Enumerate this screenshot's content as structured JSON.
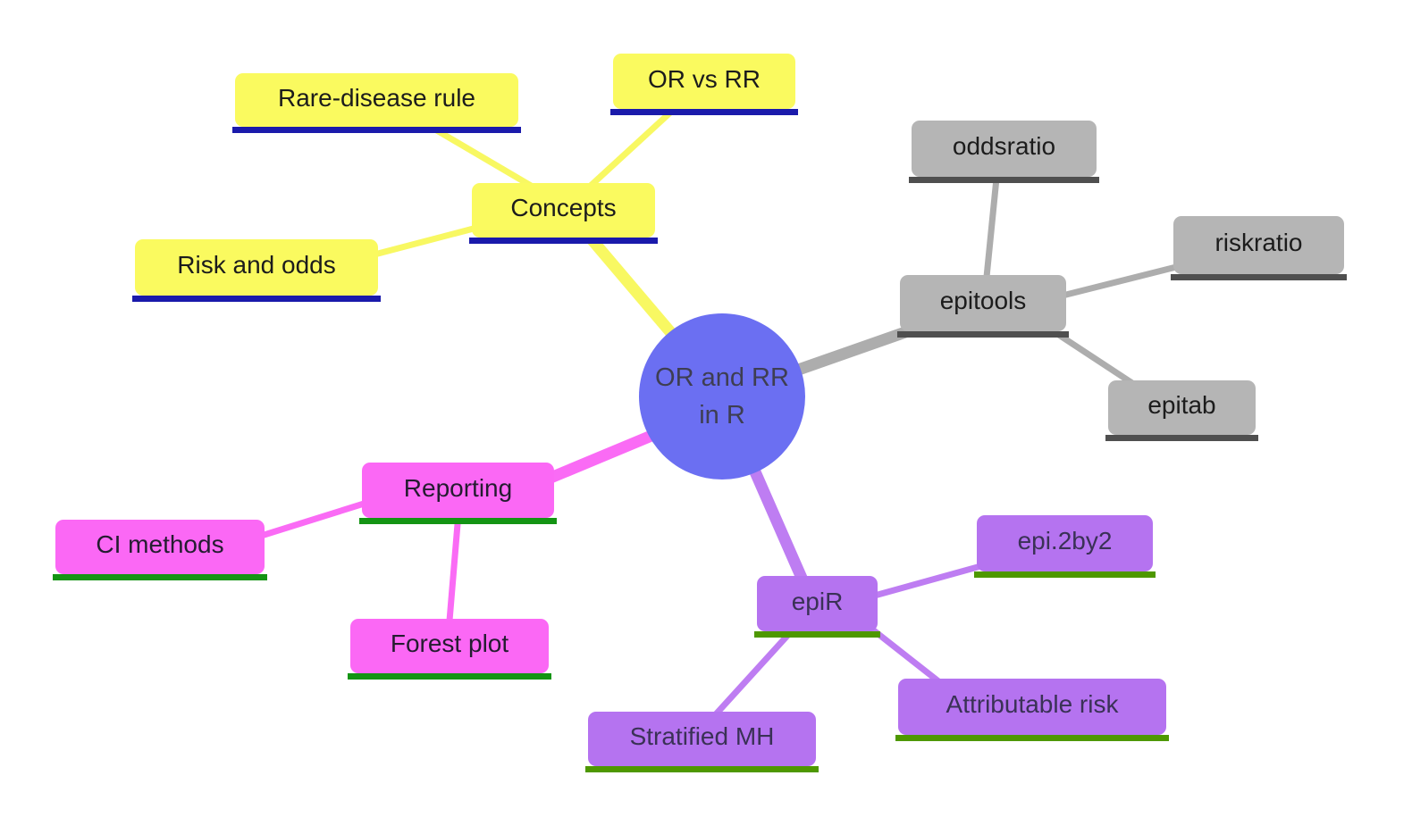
{
  "page": {
    "background": "#FFFFFF"
  },
  "center": {
    "line1": "OR and RR",
    "line2": "in R",
    "fill": "#6B6FF2",
    "text_color": "#3E3E52"
  },
  "nodes": {
    "concepts": {
      "label": "Concepts",
      "branch": "concepts"
    },
    "rare": {
      "label": "Rare-disease rule",
      "branch": "concepts"
    },
    "orvsrr": {
      "label": "OR vs RR",
      "branch": "concepts"
    },
    "riskodds": {
      "label": "Risk and odds",
      "branch": "concepts"
    },
    "epitools": {
      "label": "epitools",
      "branch": "epitools"
    },
    "oddsratio": {
      "label": "oddsratio",
      "branch": "epitools"
    },
    "riskratio": {
      "label": "riskratio",
      "branch": "epitools"
    },
    "epitab": {
      "label": "epitab",
      "branch": "epitools"
    },
    "reporting": {
      "label": "Reporting",
      "branch": "reporting"
    },
    "cimethods": {
      "label": "CI methods",
      "branch": "reporting"
    },
    "forestplot": {
      "label": "Forest plot",
      "branch": "reporting"
    },
    "epir": {
      "label": "epiR",
      "branch": "epir"
    },
    "epi2by2": {
      "label": "epi.2by2",
      "branch": "epir"
    },
    "attrisk": {
      "label": "Attributable risk",
      "branch": "epir"
    },
    "stratmh": {
      "label": "Stratified MH",
      "branch": "epir"
    }
  },
  "branch_styles": {
    "concepts": {
      "fill": "#FAFA5F",
      "underline": "#1A1AAB",
      "link": "#F8F862",
      "text": "#1C1C1C"
    },
    "epitools": {
      "fill": "#B5B5B5",
      "underline": "#4F4F4F",
      "link": "#ADADAD",
      "text": "#1C1C1C"
    },
    "reporting": {
      "fill": "#FB68F5",
      "underline": "#149414",
      "link": "#FA6BF5",
      "text": "#241C30"
    },
    "epir": {
      "fill": "#B573F0",
      "underline": "#4E9800",
      "link": "#BE7DF2",
      "text": "#3A3156"
    }
  }
}
